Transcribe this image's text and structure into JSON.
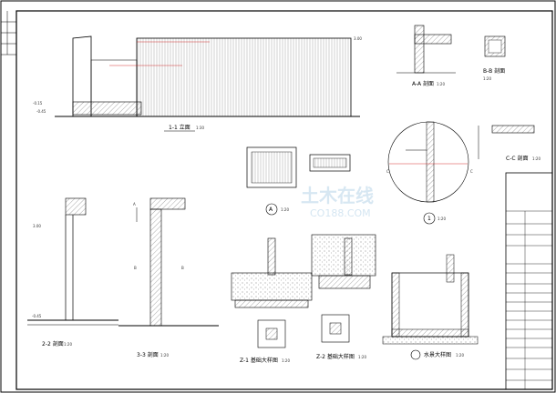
{
  "sections": {
    "elevation_1_1": "1-1 立面",
    "section_aa": "A-A 剖面",
    "section_bb": "B-B 剖面",
    "section_cc": "C-C 剖面",
    "section_22": "2-2 剖面",
    "section_33": "3-3 剖面",
    "foundation_z1": "Z-1 基础大样图",
    "foundation_z2": "Z-2 基础大样图",
    "pool_detail": "水景大样图",
    "detail_a": "A",
    "detail_1": "1"
  },
  "scales": {
    "s1_30": "1:30",
    "s1_20": "1:20"
  },
  "markers": {
    "a": "A",
    "b": "B",
    "c": "C"
  },
  "watermark": {
    "brand": "土木在线",
    "url": "CO188.COM"
  },
  "title_block": {
    "rows": [
      "",
      "",
      "",
      "",
      "",
      "",
      "",
      "",
      "",
      "",
      "",
      "",
      "",
      "",
      "",
      ""
    ]
  }
}
